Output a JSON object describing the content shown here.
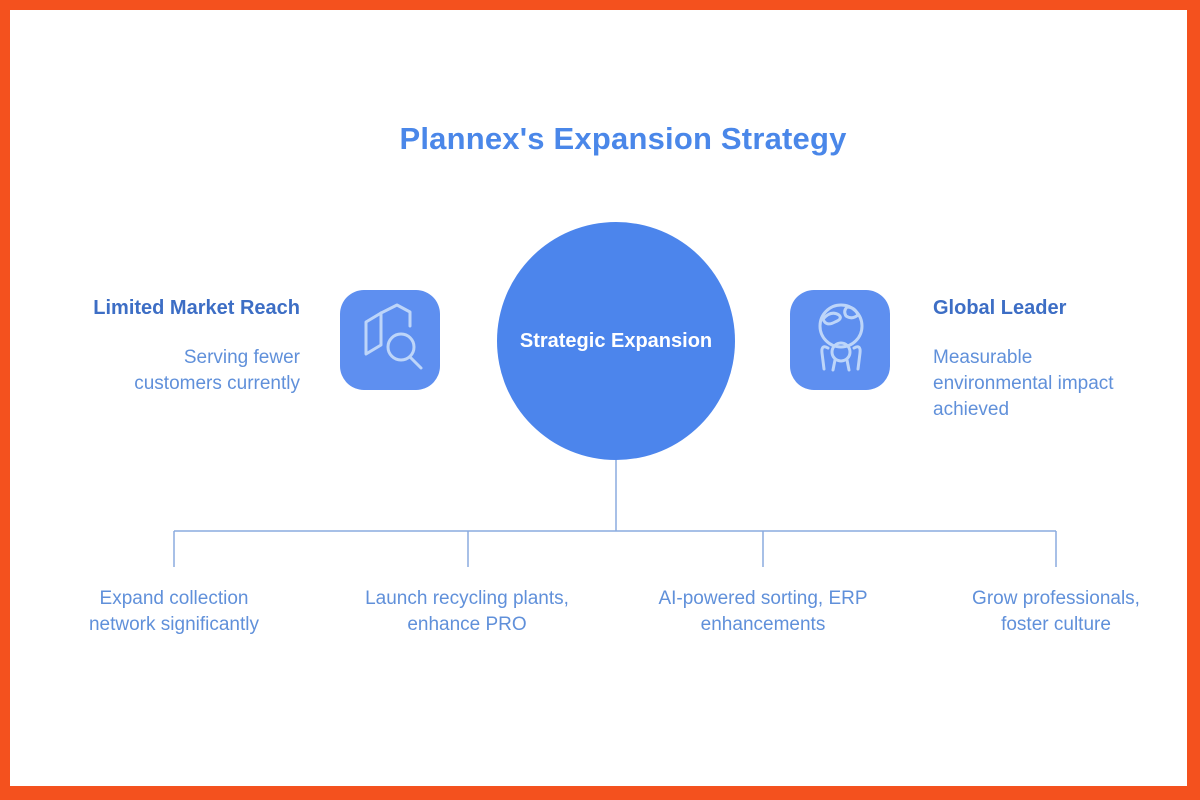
{
  "title": "Plannex's Expansion Strategy",
  "center": {
    "label": "Strategic Expansion"
  },
  "left_node": {
    "heading": "Limited Market Reach",
    "description": "Serving fewer\ncustomers currently",
    "icon": "map-search-icon"
  },
  "right_node": {
    "heading": "Global Leader",
    "description": "Measurable\nenvironmental impact\nachieved",
    "icon": "globe-person-icon"
  },
  "bottom_items": [
    {
      "label": "Expand collection\nnetwork significantly"
    },
    {
      "label": "Launch recycling plants,\nenhance PRO"
    },
    {
      "label": "AI-powered sorting, ERP\nenhancements"
    },
    {
      "label": "Grow professionals,\nfoster culture"
    }
  ],
  "colors": {
    "frame_border": "#F4511E",
    "background": "#FFFFFF",
    "title_text": "#4A87E9",
    "node_heading_text": "#3D6EC5",
    "body_text": "#6090DA",
    "center_circle_fill": "#4C85EC",
    "center_circle_text": "#FFFFFF",
    "icon_tile_fill": "#5E8FF0",
    "icon_stroke": "#BDD5F9",
    "connector_line": "#8AABDF"
  }
}
